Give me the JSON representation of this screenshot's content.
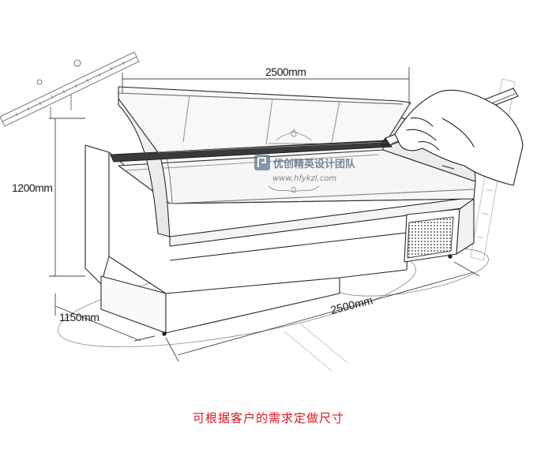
{
  "dimensions": {
    "top_length": "2500mm",
    "height": "1200mm",
    "depth": "1150mm",
    "bottom_length": "2500mm"
  },
  "watermark": {
    "name": "优创精英设计团队",
    "url": "www.hfykzl.com"
  },
  "caption": "可根据客户的需求定做尺寸",
  "colors": {
    "caption": "#e0141e",
    "line": "#2a2a2a",
    "watermark": "#7a8aa0"
  }
}
